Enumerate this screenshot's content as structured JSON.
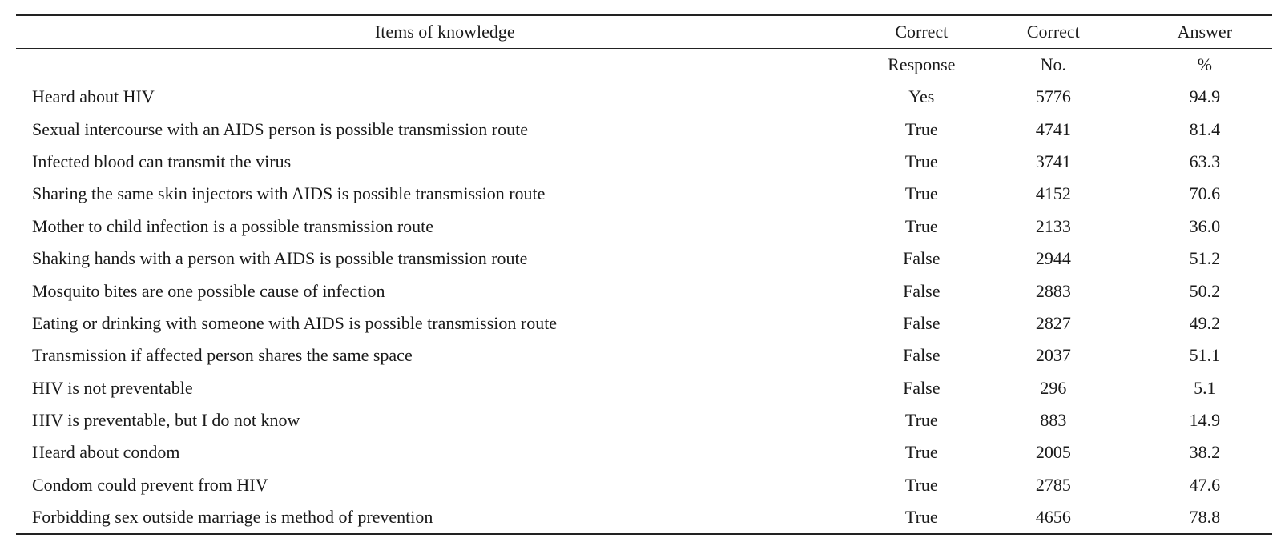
{
  "header": {
    "items_label": "Items of knowledge",
    "resp_label_1": "Correct",
    "resp_label_2": "Response",
    "no_label_1": "Correct",
    "no_label_2": "No.",
    "pct_label_1": "Answer",
    "pct_label_2": "%"
  },
  "rows": [
    {
      "item": "Heard about HIV",
      "response": "Yes",
      "no": "5776",
      "pct": "94.9"
    },
    {
      "item": "Sexual intercourse with an AIDS person is possible transmission route",
      "response": "True",
      "no": "4741",
      "pct": "81.4"
    },
    {
      "item": "Infected blood can transmit the virus",
      "response": "True",
      "no": "3741",
      "pct": "63.3"
    },
    {
      "item": "Sharing the same skin injectors with AIDS is possible transmission route",
      "response": "True",
      "no": "4152",
      "pct": "70.6"
    },
    {
      "item": "Mother to child infection is a possible transmission route",
      "response": "True",
      "no": "2133",
      "pct": "36.0"
    },
    {
      "item": "Shaking hands with a person with AIDS is possible transmission route",
      "response": "False",
      "no": "2944",
      "pct": "51.2"
    },
    {
      "item": "Mosquito bites are one possible cause of infection",
      "response": "False",
      "no": "2883",
      "pct": "50.2"
    },
    {
      "item": "Eating or drinking with someone with AIDS is possible transmission route",
      "response": "False",
      "no": "2827",
      "pct": "49.2"
    },
    {
      "item": "Transmission if affected person shares the same space",
      "response": "False",
      "no": "2037",
      "pct": "51.1"
    },
    {
      "item": "HIV is not preventable",
      "response": "False",
      "no": "296",
      "pct": "5.1"
    },
    {
      "item": "HIV is preventable, but I do not know",
      "response": "True",
      "no": "883",
      "pct": "14.9"
    },
    {
      "item": "Heard about condom",
      "response": "True",
      "no": "2005",
      "pct": "38.2"
    },
    {
      "item": "Condom could prevent from HIV",
      "response": "True",
      "no": "2785",
      "pct": "47.6"
    },
    {
      "item": "Forbidding sex outside marriage is method of prevention",
      "response": "True",
      "no": "4656",
      "pct": "78.8"
    }
  ]
}
